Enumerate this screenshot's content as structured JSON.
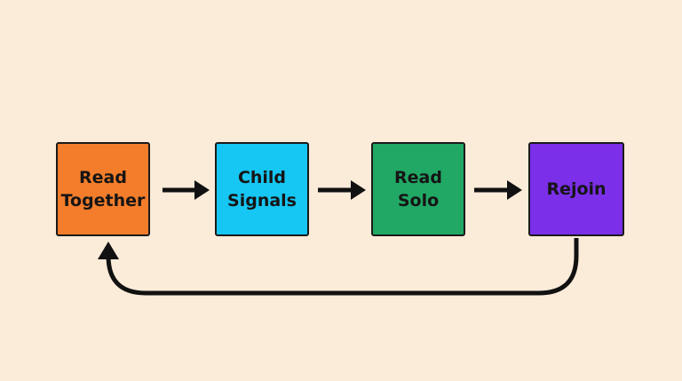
{
  "diagram": {
    "nodes": [
      {
        "id": "read-together",
        "label": "Read\nTogether",
        "color": "#f47d2b"
      },
      {
        "id": "child-signals",
        "label": "Child\nSignals",
        "color": "#16c6f3"
      },
      {
        "id": "read-solo",
        "label": "Read\nSolo",
        "color": "#21a865"
      },
      {
        "id": "rejoin",
        "label": "Rejoin",
        "color": "#7b2fe8"
      }
    ],
    "edges": [
      {
        "from": "read-together",
        "to": "child-signals"
      },
      {
        "from": "child-signals",
        "to": "read-solo"
      },
      {
        "from": "read-solo",
        "to": "rejoin"
      },
      {
        "from": "rejoin",
        "to": "read-together"
      }
    ],
    "colors": {
      "background": "#fbebd9",
      "stroke": "#111111"
    }
  }
}
